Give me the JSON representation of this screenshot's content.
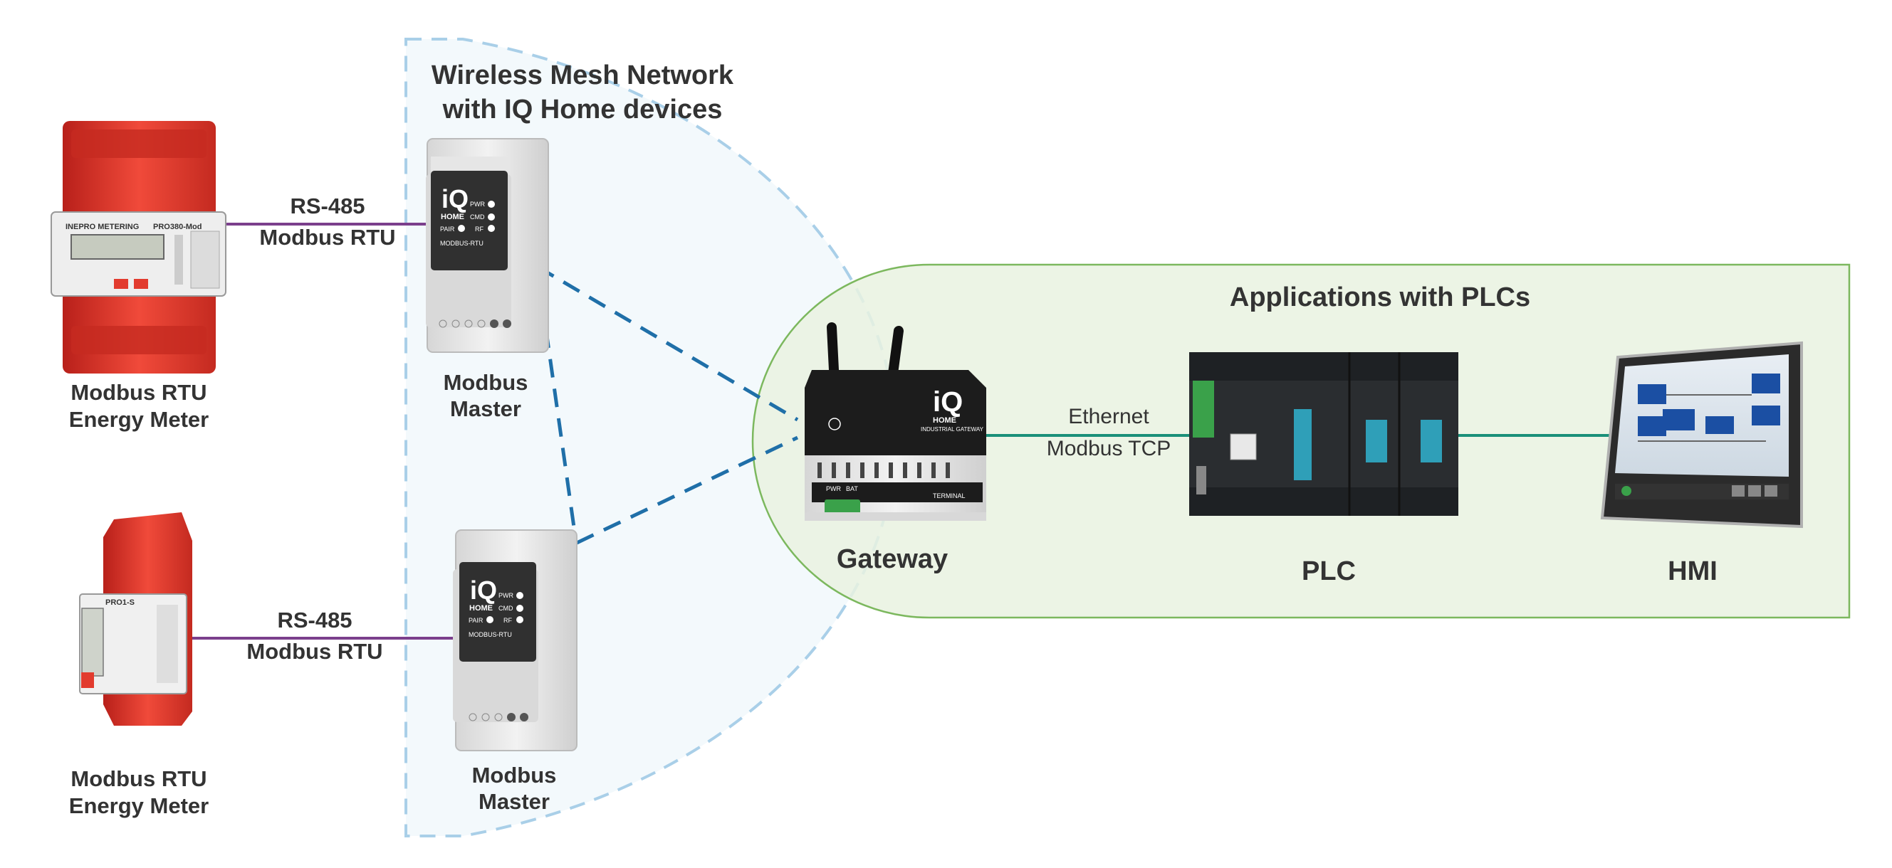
{
  "zones": {
    "mesh_title_line1": "Wireless Mesh Network",
    "mesh_title_line2": "with IQ Home devices",
    "plc_area_title": "Applications with PLCs"
  },
  "links": {
    "top_serial_line1": "RS-485",
    "top_serial_line2": "Modbus RTU",
    "bottom_serial_line1": "RS-485",
    "bottom_serial_line2": "Modbus RTU",
    "ethernet_line1": "Ethernet",
    "ethernet_line2": "Modbus TCP"
  },
  "devices": {
    "meter_top_line1": "Modbus RTU",
    "meter_top_line2": "Energy Meter",
    "meter_bottom_line1": "Modbus RTU",
    "meter_bottom_line2": "Energy Meter",
    "master_top_line1": "Modbus",
    "master_top_line2": "Master",
    "master_bottom_line1": "Modbus",
    "master_bottom_line2": "Master",
    "gateway": "Gateway",
    "plc": "PLC",
    "hmi": "HMI"
  },
  "device_print": {
    "meter_brand": "INEPRO METERING",
    "meter_model": "PRO380-Mod",
    "meter_small_model": "PRO1-S",
    "iq_logo_line1": "iQ",
    "iq_logo_line2": "HOME",
    "master_pwr": "PWR",
    "master_cmd": "CMD",
    "master_pair": "PAIR",
    "master_rf": "RF",
    "master_model": "MODBUS-RTU",
    "gateway_subtitle": "INDUSTRIAL GATEWAY",
    "gateway_terminal": "TERMINAL",
    "gateway_pwr": "PWR",
    "gateway_bat": "BAT"
  },
  "colors": {
    "serial_link": "#7b3f8c",
    "ethernet_link": "#1a9079",
    "wireless_link": "#1f6fa8",
    "mesh_border": "#a9cfe8",
    "mesh_fill": "#f3f9fc",
    "plc_border": "#7cb85e",
    "plc_fill": "#e9f2e1",
    "meter_red": "#e23b2e"
  },
  "icons": {
    "meter_large": "din-rail-energy-meter-3phase-icon",
    "meter_small": "din-rail-energy-meter-1phase-icon",
    "master": "iq-home-modbus-master-icon",
    "gateway": "iq-home-industrial-gateway-icon",
    "plc": "plc-controller-icon",
    "hmi": "hmi-touch-panel-icon"
  }
}
